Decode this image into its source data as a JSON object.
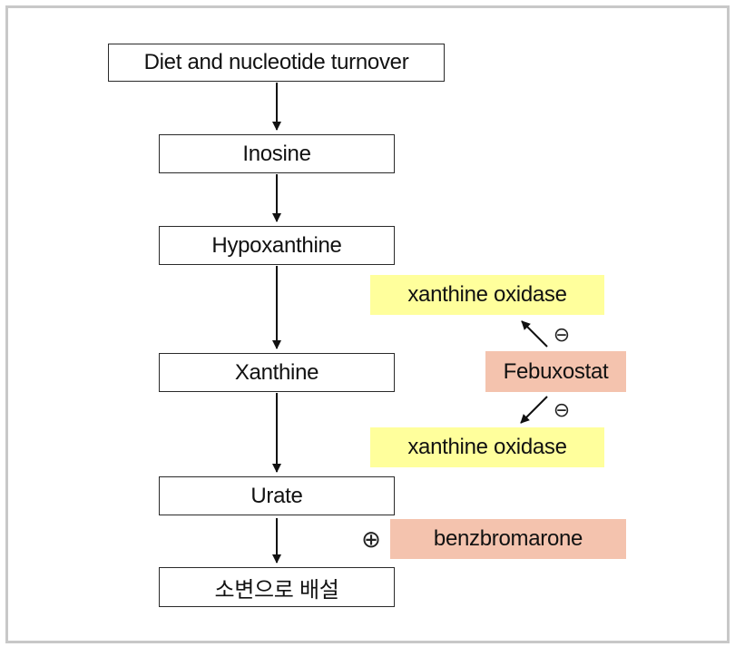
{
  "pathway": {
    "step1": "Diet and nucleotide turnover",
    "step2": "Inosine",
    "step3": "Hypoxanthine",
    "step4": "Xanthine",
    "step5": "Urate",
    "step6": "소변으로 배설"
  },
  "enzymes": {
    "upper": "xanthine oxidase",
    "lower": "xanthine oxidase"
  },
  "drugs": {
    "inhibitor": "Febuxostat",
    "uricosuric": "benzbromarone"
  },
  "symbols": {
    "inhibit": "⊖",
    "promote": "⊕"
  },
  "colors": {
    "enzyme_fill": "#ffff9c",
    "drug_fill": "#f4c3ae",
    "border": "#2a2a2a"
  }
}
